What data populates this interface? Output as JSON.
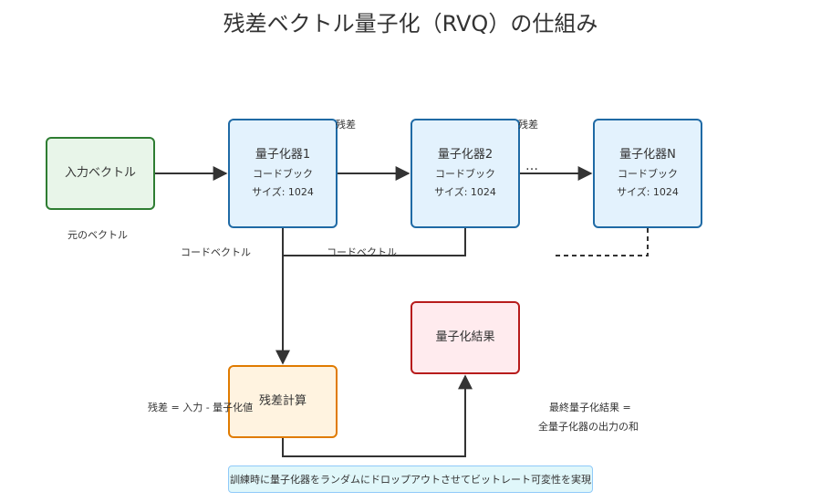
{
  "title": "残差ベクトル量子化（RVQ）の仕組み",
  "nodes": {
    "input": {
      "label": "入力ベクトル"
    },
    "q1": {
      "title": "量子化器1",
      "codebook": "コードブック",
      "size": "サイズ: 1024"
    },
    "q2": {
      "title": "量子化器2",
      "codebook": "コードブック",
      "size": "サイズ: 1024"
    },
    "qn": {
      "title": "量子化器N",
      "codebook": "コードブック",
      "size": "サイズ: 1024"
    },
    "residual": {
      "label": "残差計算"
    },
    "result": {
      "label": "量子化結果"
    }
  },
  "edge_labels": {
    "original": "元のベクトル",
    "residual_1": "残差",
    "residual_2": "残差",
    "ellipsis": "…",
    "code_vector_1": "コードベクトル",
    "code_vector_2": "コードベクトル",
    "residual_formula": "残差 = 入力 - 量子化値",
    "final_1": "最終量子化結果 =",
    "final_2": "全量子化器の出力の和"
  },
  "note": "訓練時に量子化器をランダムにドロップアウトさせてビットレート可変性を実現"
}
